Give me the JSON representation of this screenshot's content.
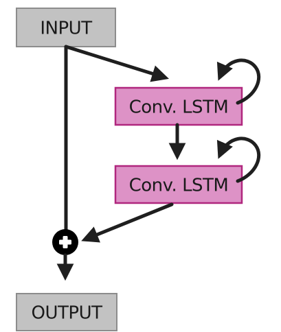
{
  "nodes": {
    "input": {
      "label": "INPUT",
      "fill": "#c2c2c2",
      "stroke": "#8c8c8c"
    },
    "lstm1": {
      "label": "Conv. LSTM",
      "fill": "#dd92c6",
      "stroke": "#b0277e"
    },
    "lstm2": {
      "label": "Conv. LSTM",
      "fill": "#dd92c6",
      "stroke": "#b0277e"
    },
    "output": {
      "label": "OUTPUT",
      "fill": "#c2c2c2",
      "stroke": "#8c8c8c"
    }
  },
  "add_node": {
    "symbol": "plus",
    "fill": "#000000",
    "symbol_color": "#ffffff"
  },
  "edge_color": "#1f1f1f"
}
